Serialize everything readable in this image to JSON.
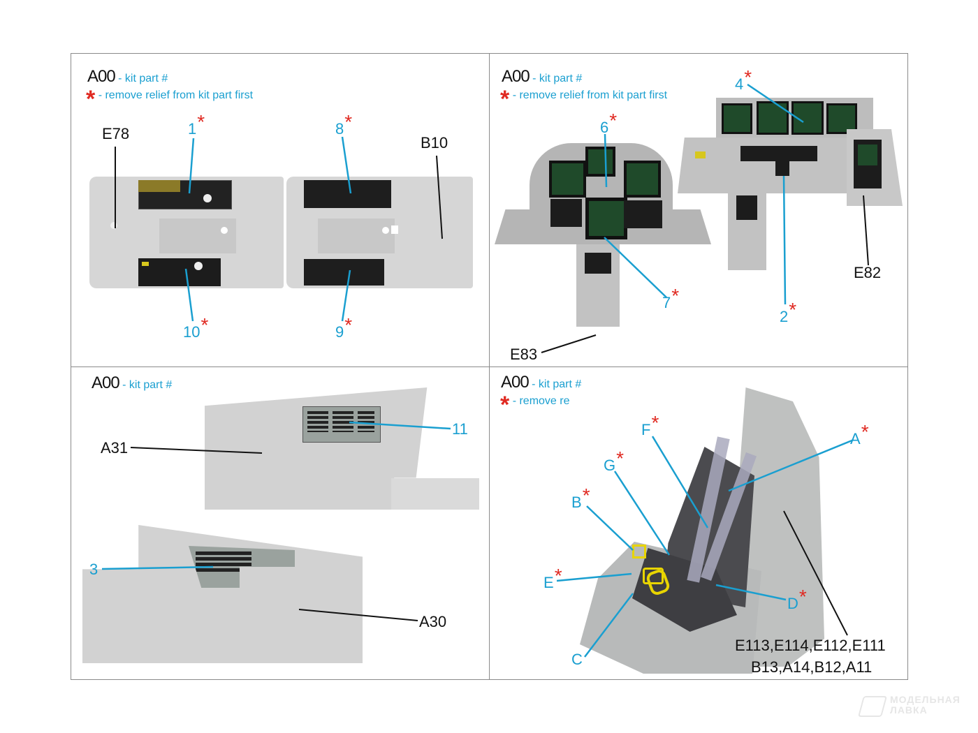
{
  "legend": {
    "code": "A00",
    "kit_part_text": "- kit part #",
    "star_symbol": "*",
    "remove_relief_text": "- remove relief from kit part first",
    "remove_relief_truncated_q2": "- remove relief from kit part first",
    "remove_relief_truncated_q4": "- remove re"
  },
  "colors": {
    "label_blue": "#1a9fd0",
    "asterisk_red": "#e02a22",
    "label_black": "#111111",
    "frame_gray": "#8a8a8a",
    "part_gray": "#cfcfcf",
    "screen_green": "#1f4a2a"
  },
  "quadrants": {
    "top_left": {
      "title": "Side consoles",
      "labels": [
        {
          "id": "E78",
          "text": "E78",
          "color": "black",
          "star": false
        },
        {
          "id": "1",
          "text": "1",
          "color": "blue",
          "star": true
        },
        {
          "id": "8",
          "text": "8",
          "color": "blue",
          "star": true
        },
        {
          "id": "B10",
          "text": "B10",
          "color": "black",
          "star": false
        },
        {
          "id": "10",
          "text": "10",
          "color": "blue",
          "star": true
        },
        {
          "id": "9",
          "text": "9",
          "color": "blue",
          "star": true
        }
      ]
    },
    "top_right": {
      "title": "Instrument panels",
      "labels": [
        {
          "id": "4",
          "text": "4",
          "color": "blue",
          "star": true
        },
        {
          "id": "6",
          "text": "6",
          "color": "blue",
          "star": true
        },
        {
          "id": "7",
          "text": "7",
          "color": "blue",
          "star": true
        },
        {
          "id": "2",
          "text": "2",
          "color": "blue",
          "star": true
        },
        {
          "id": "E82",
          "text": "E82",
          "color": "black",
          "star": false
        },
        {
          "id": "E83",
          "text": "E83",
          "color": "black",
          "star": false
        }
      ]
    },
    "bottom_left": {
      "title": "Cockpit side walls",
      "labels": [
        {
          "id": "A31",
          "text": "A31",
          "color": "black",
          "star": false
        },
        {
          "id": "11",
          "text": "11",
          "color": "blue",
          "star": false
        },
        {
          "id": "3",
          "text": "3",
          "color": "blue",
          "star": false
        },
        {
          "id": "A30",
          "text": "A30",
          "color": "black",
          "star": false
        }
      ]
    },
    "bottom_right": {
      "title": "Ejection seat",
      "labels": [
        {
          "id": "F",
          "text": "F",
          "color": "blue",
          "star": true
        },
        {
          "id": "A",
          "text": "A",
          "color": "blue",
          "star": true
        },
        {
          "id": "G",
          "text": "G",
          "color": "blue",
          "star": true
        },
        {
          "id": "B",
          "text": "B",
          "color": "blue",
          "star": true
        },
        {
          "id": "E",
          "text": "E",
          "color": "blue",
          "star": true
        },
        {
          "id": "D",
          "text": "D",
          "color": "blue",
          "star": true
        },
        {
          "id": "C",
          "text": "C",
          "color": "blue",
          "star": false
        }
      ],
      "parts_line1": "E113,E114,E112,E111",
      "parts_line2": "B13,A14,B12,A11"
    }
  },
  "watermark": {
    "line1": "МОДЕЛЬНАЯ",
    "line2": "ЛАВКА"
  }
}
